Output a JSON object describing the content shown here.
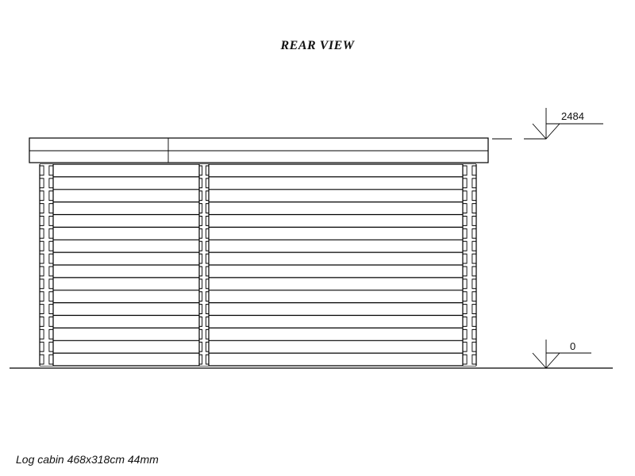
{
  "title": "REAR VIEW",
  "caption": "Log cabin 468x318cm 44mm",
  "levels": {
    "top": "2484",
    "ground": "0"
  }
}
